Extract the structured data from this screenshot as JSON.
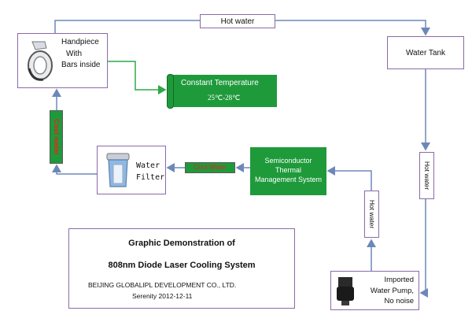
{
  "labels": {
    "hot_water_top": "Hot water",
    "handpiece_line1": "Handpiece",
    "handpiece_line2": "With",
    "handpiece_line3": "Bars inside",
    "water_tank": "Water Tank",
    "constant_temperature": "Constant Temperature",
    "temperature_range": "25℃-28℃",
    "cool_water_left": "Cool water",
    "water_filter_line1": "Water",
    "water_filter_line2": "Filter",
    "cool_water_mid": "Cool Water",
    "semiconductor_line1": "Semiconductor",
    "semiconductor_line2": "Thermal",
    "semiconductor_line3": "Management System",
    "hot_water_right": "Hot water",
    "hot_water_mid": "Hot water",
    "pump_line1": "Imported",
    "pump_line2": "Water Pump,",
    "pump_line3": "No noise"
  },
  "title": {
    "line1": "Graphic Demonstration of",
    "line2": "808nm Diode Laser Cooling System",
    "company": "BEIJING GLOBALIPL DEVELOPMENT CO., LTD.",
    "author_date": "Serenity 2012-12-11"
  },
  "colors": {
    "green": "#1f9a3b",
    "red_text": "#e3241f",
    "border_purple": "#8a6aa8",
    "line_blue": "#6d88b8"
  },
  "icons": {
    "handpiece": "laser-handpiece-icon",
    "filter": "water-filter-icon",
    "pump": "water-pump-icon"
  }
}
